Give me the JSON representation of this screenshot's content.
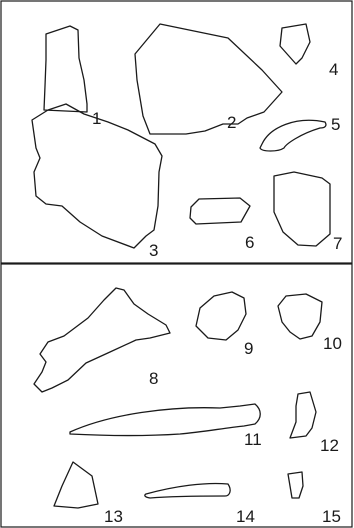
{
  "figure": {
    "panels": [
      {
        "fragments": [
          {
            "id": "1",
            "label": "1"
          },
          {
            "id": "2",
            "label": "2"
          },
          {
            "id": "3",
            "label": "3"
          },
          {
            "id": "4",
            "label": "4"
          },
          {
            "id": "5",
            "label": "5"
          },
          {
            "id": "6",
            "label": "6"
          },
          {
            "id": "7",
            "label": "7"
          }
        ]
      },
      {
        "fragments": [
          {
            "id": "8",
            "label": "8"
          },
          {
            "id": "9",
            "label": "9"
          },
          {
            "id": "10",
            "label": "10"
          },
          {
            "id": "11",
            "label": "11"
          },
          {
            "id": "12",
            "label": "12"
          },
          {
            "id": "13",
            "label": "13"
          },
          {
            "id": "14",
            "label": "14"
          },
          {
            "id": "15",
            "label": "15"
          }
        ]
      }
    ],
    "colors": {
      "stroke": "#1a1a1a",
      "background": "#ffffff"
    }
  }
}
